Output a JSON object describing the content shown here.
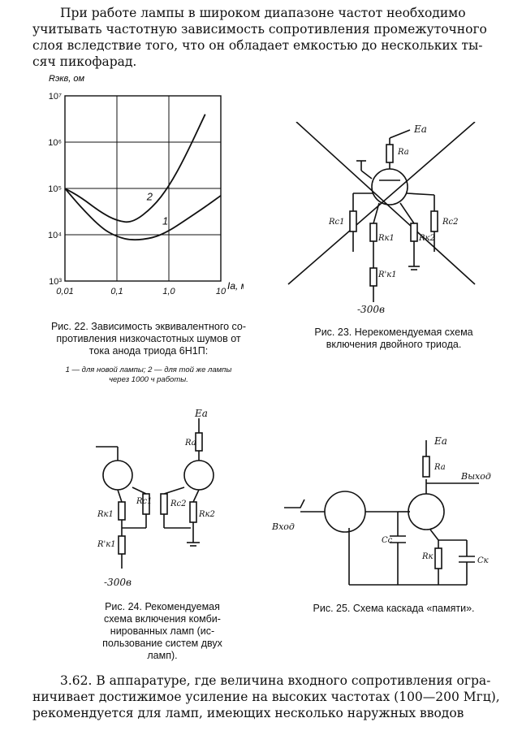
{
  "top_paragraph": [
    "При работе лампы в широком диапазоне частот необходимо",
    "учитывать частотную зависимость сопротивления промежуточного",
    "слоя вследствие того, что он обладает емкостью до нескольких ты-",
    "сяч пикофарад."
  ],
  "fig22": {
    "caption_lines": [
      "Рис. 22. Зависимость эквивалентного со-",
      "противления низкочастотных шумов от",
      "тока анода триода 6Н1П:"
    ],
    "legend_lines": [
      "1 — для новой лампы; 2 — для той же лампы",
      "через 1000 ч работы."
    ]
  },
  "chart_data": {
    "type": "line",
    "xscale": "log",
    "yscale": "log",
    "ylabel": "Rэкв, ом",
    "xlabel": "Iа, ма",
    "x_ticks": [
      "0,01",
      "0,1",
      "1,0",
      "10"
    ],
    "y_ticks": [
      "10³",
      "10⁴",
      "10⁵",
      "10⁶",
      "10⁷"
    ],
    "xlim": [
      0.01,
      10
    ],
    "ylim": [
      1000,
      10000000
    ],
    "grid": true,
    "series": [
      {
        "name": "1",
        "x": [
          0.01,
          0.02,
          0.05,
          0.1,
          0.2,
          0.5,
          1,
          2,
          5,
          10
        ],
        "y": [
          100000,
          40000,
          14000,
          9000,
          7500,
          8500,
          12000,
          20000,
          40000,
          70000
        ]
      },
      {
        "name": "2",
        "x": [
          0.01,
          0.02,
          0.05,
          0.1,
          0.2,
          0.5,
          1,
          2,
          5
        ],
        "y": [
          100000,
          65000,
          30000,
          20000,
          18000,
          40000,
          110000,
          450000,
          4000000
        ]
      }
    ]
  },
  "fig23": {
    "caption_lines": [
      "Рис. 23. Нерекомендуемая схема",
      "включения двойного триода."
    ],
    "labels": {
      "ea": "Ea",
      "ra": "Ra",
      "rc1": "Rc1",
      "rc2": "Rc2",
      "rk1": "Rк1",
      "rk2": "Rк2",
      "rk1p": "R'к1",
      "voltage": "-300в"
    }
  },
  "fig24": {
    "caption_lines": [
      "Рис. 24. Рекомендуемая",
      "схема включения комби-",
      "нированных ламп (ис-",
      "пользование систем двух",
      "ламп)."
    ],
    "labels": {
      "ea": "Ea",
      "ra": "Ra",
      "rc1": "Rc1",
      "rc2": "Rc2",
      "rk1": "Rк1",
      "rk2": "Rк2",
      "rk1p": "R'к1",
      "voltage": "-300в"
    }
  },
  "fig25": {
    "caption_lines": [
      "Рис. 25. Схема каскада «памяти»."
    ],
    "labels": {
      "ea": "Ea",
      "ra": "Ra",
      "out": "Выход",
      "in": "Вход",
      "cc": "Cc",
      "rk": "Rк",
      "ck": "Cк"
    }
  },
  "bottom_paragraph": [
    "3.62. В аппаратуре, где величина входного сопротивления огра-",
    "ничивает достижимое усиление на высоких частотах (100—200 Мгц),",
    "рекомендуется для ламп, имеющих несколько наружных вводов"
  ]
}
